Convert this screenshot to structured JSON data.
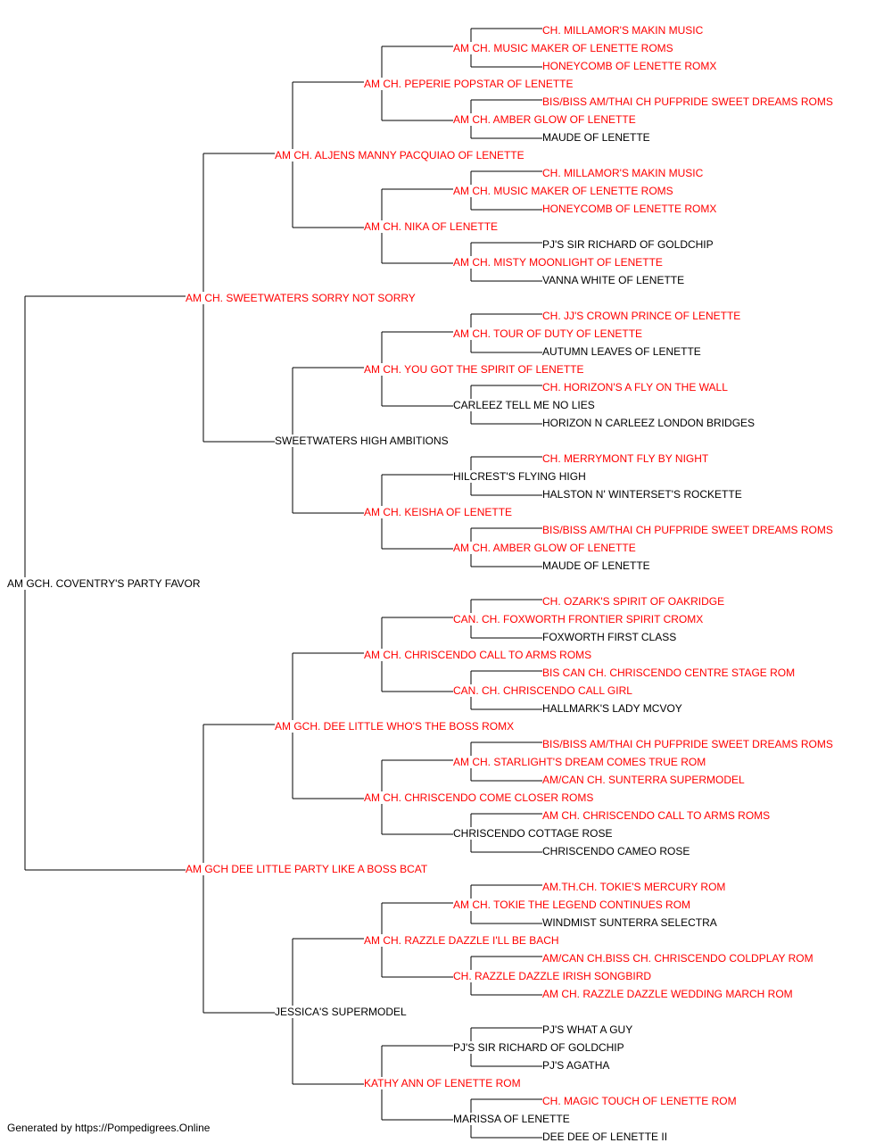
{
  "pedigree": {
    "subject": {
      "name": "AM GCH. COVENTRY'S PARTY FAVOR",
      "champion": false
    },
    "sire": {
      "name": "AM CH. SWEETWATERS SORRY NOT SORRY",
      "champion": true
    },
    "dam": {
      "name": "AM GCH DEE LITTLE PARTY LIKE A BOSS BCAT",
      "champion": true
    },
    "ss": {
      "name": "AM CH. ALJENS MANNY PACQUIAO OF LENETTE",
      "champion": true
    },
    "sd": {
      "name": "SWEETWATERS HIGH AMBITIONS",
      "champion": false
    },
    "ds": {
      "name": "AM GCH. DEE LITTLE WHO'S THE BOSS ROMX",
      "champion": true
    },
    "dd": {
      "name": "JESSICA'S SUPERMODEL",
      "champion": false
    },
    "sss": {
      "name": "AM CH. PEPERIE POPSTAR OF LENETTE",
      "champion": true
    },
    "ssd": {
      "name": "AM CH. NIKA OF LENETTE",
      "champion": true
    },
    "sds": {
      "name": "AM CH. YOU GOT THE SPIRIT OF LENETTE",
      "champion": true
    },
    "sdd": {
      "name": "AM CH. KEISHA OF LENETTE",
      "champion": true
    },
    "dss": {
      "name": "AM CH. CHRISCENDO CALL TO ARMS ROMS",
      "champion": true
    },
    "dsd": {
      "name": "AM CH. CHRISCENDO COME CLOSER ROMS",
      "champion": true
    },
    "dds": {
      "name": "AM CH. RAZZLE DAZZLE I'LL BE BACH",
      "champion": true
    },
    "ddd": {
      "name": "KATHY ANN OF LENETTE ROM",
      "champion": true
    },
    "ssss": {
      "name": "AM CH. MUSIC MAKER OF LENETTE ROMS",
      "champion": true
    },
    "sssd": {
      "name": "AM CH. AMBER GLOW OF LENETTE",
      "champion": true
    },
    "ssds": {
      "name": "AM CH. MUSIC MAKER OF LENETTE ROMS",
      "champion": true
    },
    "ssdd": {
      "name": "AM CH. MISTY MOONLIGHT OF LENETTE",
      "champion": true
    },
    "sdss": {
      "name": "AM CH. TOUR OF DUTY OF LENETTE",
      "champion": true
    },
    "sdsd": {
      "name": "CARLEEZ TELL ME NO LIES",
      "champion": false
    },
    "sdds": {
      "name": "HILCREST'S FLYING HIGH",
      "champion": false
    },
    "sddd": {
      "name": "AM CH. AMBER GLOW OF LENETTE",
      "champion": true
    },
    "dsss": {
      "name": "CAN. CH. FOXWORTH FRONTIER SPIRIT CROMX",
      "champion": true
    },
    "dssd": {
      "name": "CAN. CH. CHRISCENDO CALL GIRL",
      "champion": true
    },
    "dsds": {
      "name": "AM CH. STARLIGHT'S DREAM COMES TRUE ROM",
      "champion": true
    },
    "dsdd": {
      "name": "CHRISCENDO COTTAGE ROSE",
      "champion": false
    },
    "ddss": {
      "name": "AM CH. TOKIE THE LEGEND CONTINUES ROM",
      "champion": true
    },
    "ddsd": {
      "name": "CH. RAZZLE DAZZLE IRISH SONGBIRD",
      "champion": true
    },
    "ddds": {
      "name": "PJ'S SIR RICHARD OF GOLDCHIP",
      "champion": false
    },
    "dddd": {
      "name": "MARISSA OF LENETTE",
      "champion": false
    },
    "sssss": {
      "name": "CH. MILLAMOR'S MAKIN MUSIC",
      "champion": true
    },
    "ssssd": {
      "name": "HONEYCOMB OF LENETTE ROMX",
      "champion": true
    },
    "sssds": {
      "name": "BIS/BISS AM/THAI CH PUFPRIDE SWEET DREAMS ROMS",
      "champion": true
    },
    "sssdd": {
      "name": "MAUDE OF LENETTE",
      "champion": false
    },
    "ssdss": {
      "name": "CH. MILLAMOR'S MAKIN MUSIC",
      "champion": true
    },
    "ssdsd": {
      "name": "HONEYCOMB OF LENETTE ROMX",
      "champion": true
    },
    "ssdds": {
      "name": "PJ'S SIR RICHARD OF GOLDCHIP",
      "champion": false
    },
    "ssddd": {
      "name": "VANNA WHITE OF LENETTE",
      "champion": false
    },
    "sdsss": {
      "name": "CH. JJ'S CROWN PRINCE OF LENETTE",
      "champion": true
    },
    "sdssd": {
      "name": "AUTUMN LEAVES OF LENETTE",
      "champion": false
    },
    "sdsds": {
      "name": "CH. HORIZON'S A FLY ON THE WALL",
      "champion": true
    },
    "sdsdd": {
      "name": "HORIZON N CARLEEZ LONDON BRIDGES",
      "champion": false
    },
    "sddss": {
      "name": "CH. MERRYMONT FLY BY NIGHT",
      "champion": true
    },
    "sddsd": {
      "name": "HALSTON N' WINTERSET'S ROCKETTE",
      "champion": false
    },
    "sddds": {
      "name": "BIS/BISS AM/THAI CH PUFPRIDE SWEET DREAMS ROMS",
      "champion": true
    },
    "sdddd": {
      "name": "MAUDE OF LENETTE",
      "champion": false
    },
    "dssss": {
      "name": "CH. OZARK'S SPIRIT OF OAKRIDGE",
      "champion": true
    },
    "ds ssd_placeholder": null,
    "dsssd": {
      "name": "FOXWORTH FIRST CLASS",
      "champion": false
    },
    "dssds": {
      "name": "BIS CAN CH. CHRISCENDO CENTRE STAGE ROM",
      "champion": true
    },
    "dssdd": {
      "name": "HALLMARK'S LADY MCVOY",
      "champion": false
    },
    "dsdss": {
      "name": "BIS/BISS AM/THAI CH PUFPRIDE SWEET DREAMS ROMS",
      "champion": true
    },
    "dsdsd": {
      "name": "AM/CAN CH. SUNTERRA SUPERMODEL",
      "champion": true
    },
    "dsdds": {
      "name": "AM CH. CHRISCENDO CALL TO ARMS ROMS",
      "champion": true
    },
    "dsddd": {
      "name": "CHRISCENDO CAMEO ROSE",
      "champion": false
    },
    "ddsss": {
      "name": "AM.TH.CH. TOKIE'S MERCURY ROM",
      "champion": true
    },
    "ddssd": {
      "name": "WINDMIST SUNTERRA SELECTRA",
      "champion": false
    },
    "ddsds": {
      "name": "AM/CAN CH.BISS CH. CHRISCENDO COLDPLAY ROM",
      "champion": true
    },
    "ddsdd": {
      "name": "AM CH. RAZZLE DAZZLE WEDDING MARCH ROM",
      "champion": true
    },
    "dddss": {
      "name": "PJ'S WHAT A GUY",
      "champion": false
    },
    "dddsd": {
      "name": "PJ'S AGATHA",
      "champion": false
    },
    "dddds": {
      "name": "CH. MAGIC TOUCH OF LENETTE ROM",
      "champion": true
    },
    "ddddd": {
      "name": "DEE DEE OF LENETTE II",
      "champion": false
    }
  },
  "colors": {
    "champion": "#ff0000",
    "non_champion": "#000000",
    "line": "#000000"
  },
  "footer": "Generated by https://Pompedigrees.Online"
}
